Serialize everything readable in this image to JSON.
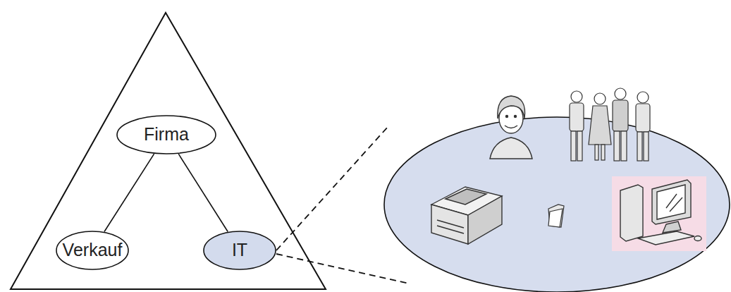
{
  "diagram": {
    "nodes": [
      {
        "text": [
          "Firma"
        ]
      },
      {
        "text": [
          "Verkauf"
        ]
      },
      {
        "text": [
          "IT"
        ]
      }
    ],
    "edges": [
      {
        "from": 0,
        "to": 1,
        "arrow": "none"
      },
      {
        "from": 0,
        "to": 2,
        "arrow": "none"
      }
    ]
  }
}
